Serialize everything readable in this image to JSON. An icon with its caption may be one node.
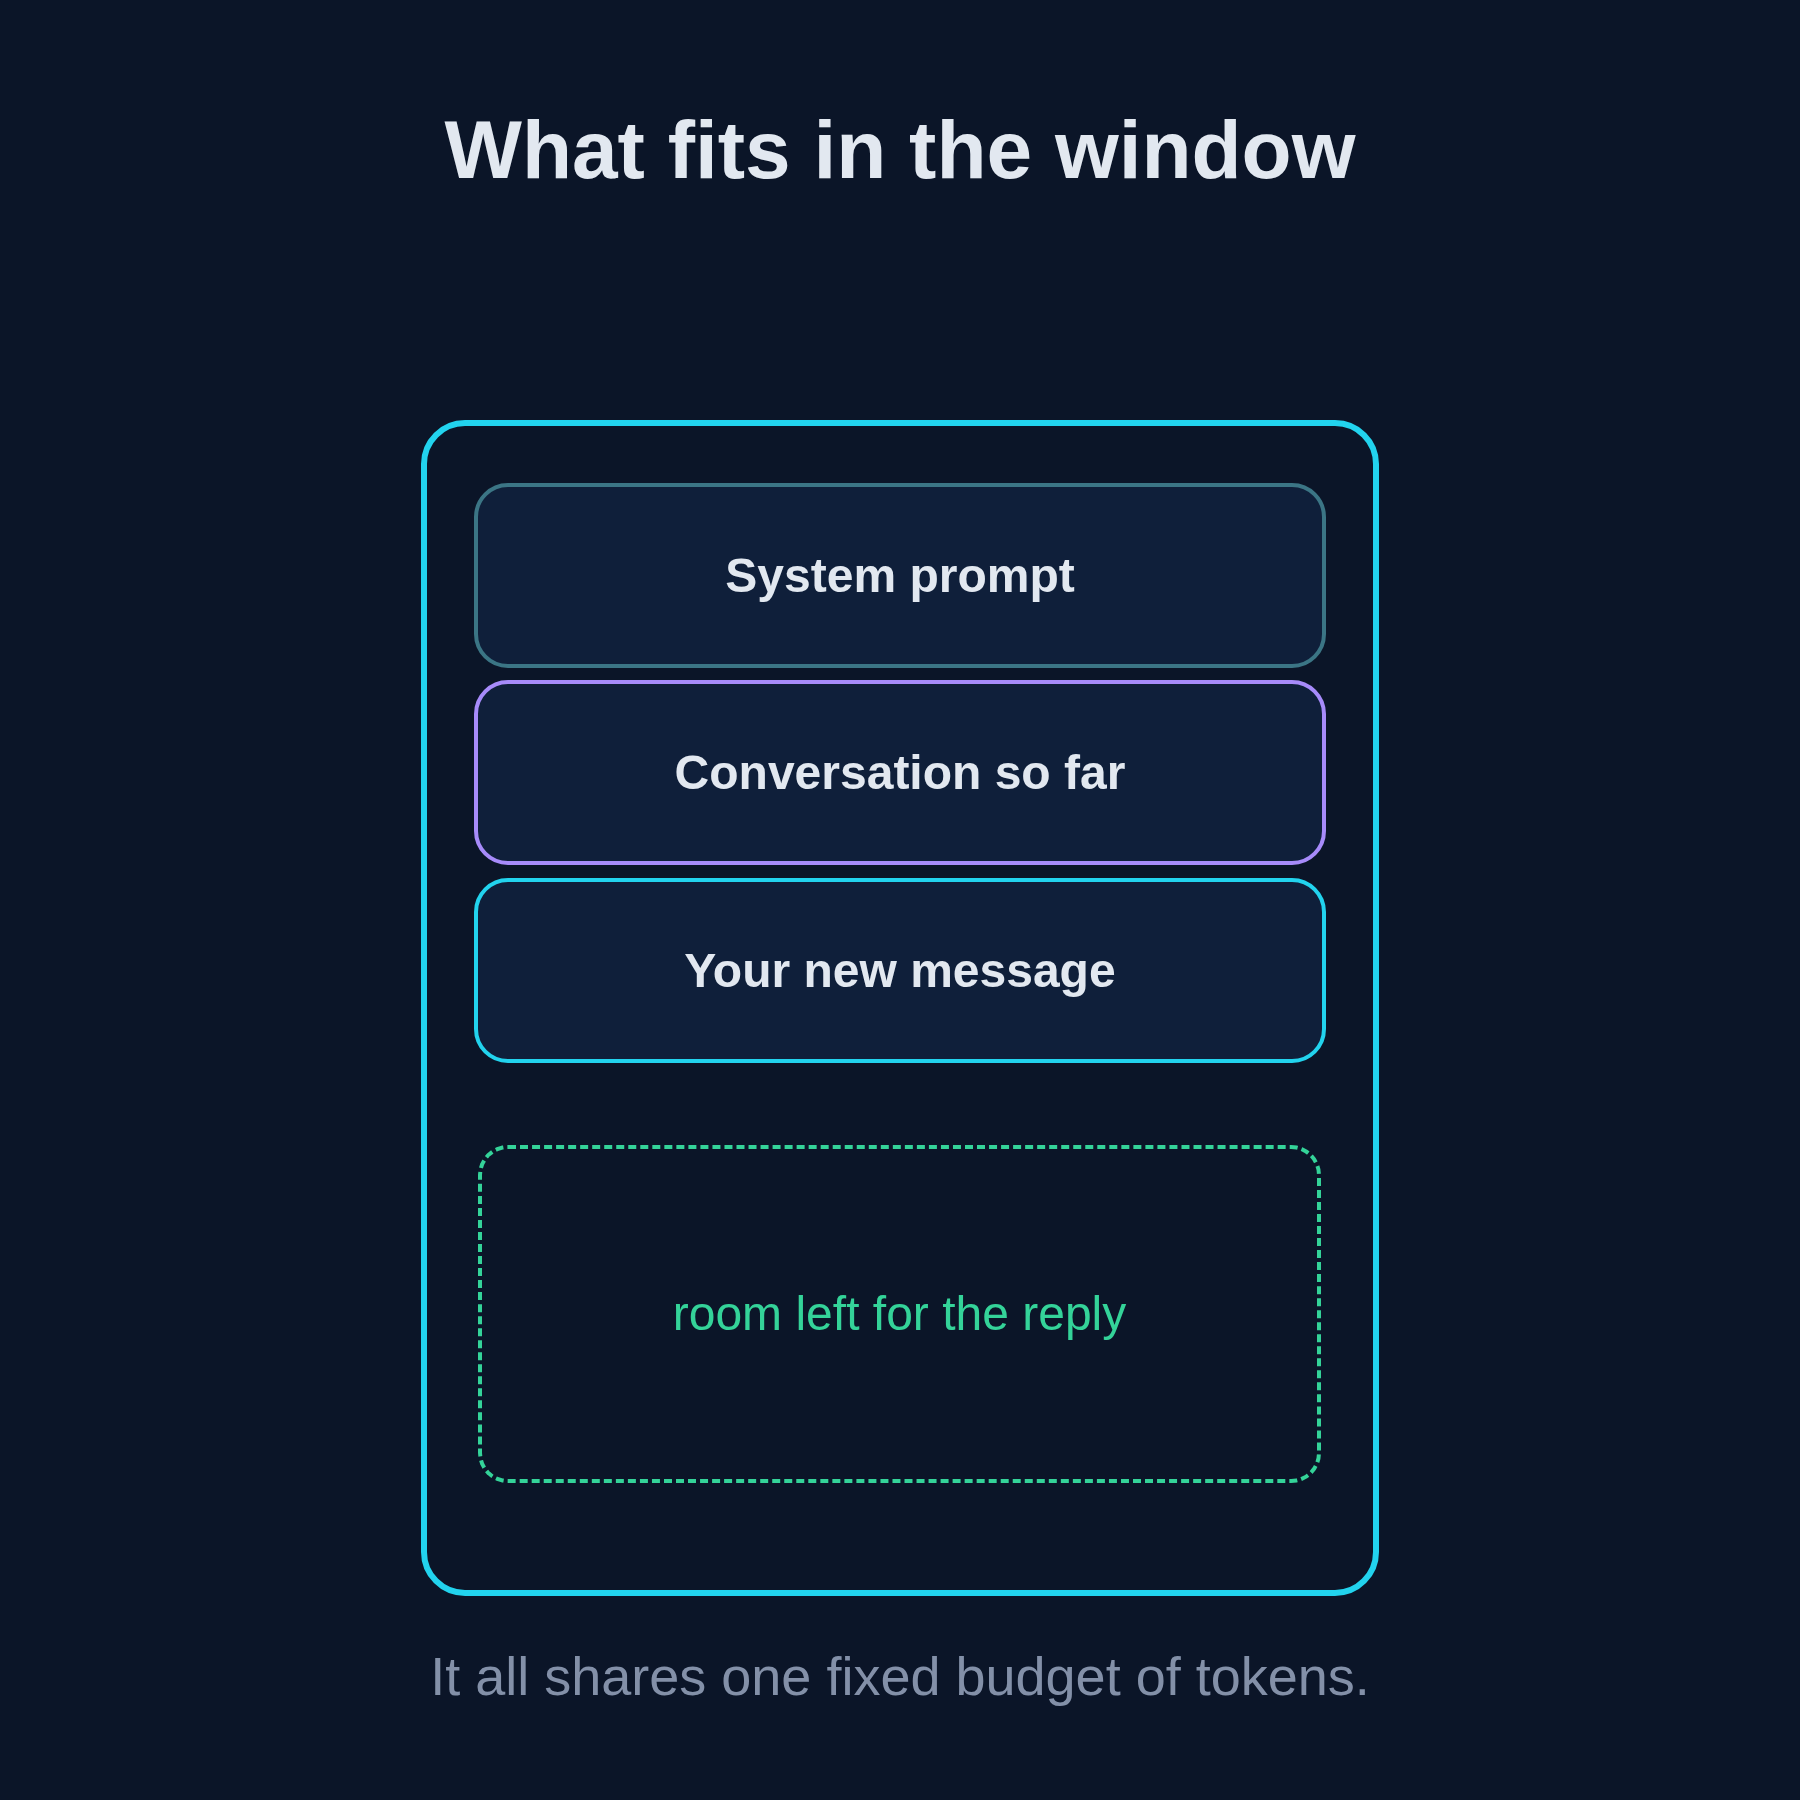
{
  "diagram": {
    "title": "What fits in the window",
    "caption": "It all shares one fixed budget of tokens.",
    "nodes": [
      {
        "text": [],
        "shape": "box"
      },
      {
        "text": [
          "System prompt"
        ],
        "in": 0
      },
      {
        "text": [
          "Conversation so far"
        ],
        "in": 0
      },
      {
        "text": [
          "Your new message"
        ],
        "in": 0
      },
      {
        "text": [
          "room left for the reply"
        ],
        "in": 0
      }
    ]
  }
}
